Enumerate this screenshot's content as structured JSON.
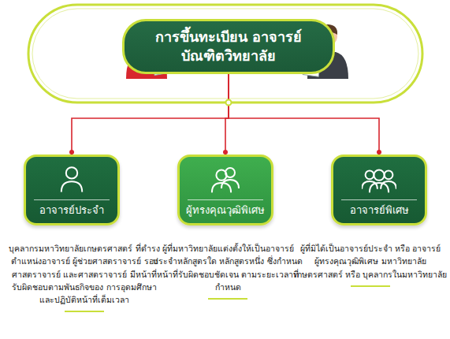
{
  "diagram": {
    "nodes": [
      {
        "text": [
          "การขึ้นทะเบียน อาจารย์บัณฑิตวิทยาลัย"
        ]
      },
      {
        "text": [
          "อาจารย์ประจำ",
          "บุคลากรมหาวิทยาลัยเกษตรศาสตร์ ที่ดำรงตำแหน่งอาจารย์ ผู้ช่วยศาสตราจารย์ รองศาสตราจารย์ และศาสตราจารย์ มีหน้าที่รับผิดชอบตามพันธกิจของ การอุดมศึกษาและปฏิบัติหน้าที่เต็มเวลา"
        ]
      },
      {
        "text": [
          "ผู้ทรงคุณวุฒิพิเศษ",
          "ผู้ที่มหาวิทยาลัยแต่งตั้งให้เป็นอาจารย์ ประจำหลักสูตรใด หลักสูตรหนึ่ง ซึ่งกำหนดหน้าที่รับผิดชอบชัดเจน ตามระยะเวลาที่กำหนด"
        ]
      },
      {
        "text": [
          "อาจารย์พิเศษ",
          "ผู้ที่มิได้เป็นอาจารย์ประจำ หรือ อาจารย์ผู้ทรงคุณวุฒิพิเศษ มหาวิทยาลัยเกษตรศาสตร์ หรือ บุคลากรในมหาวิทยาลัย"
        ]
      }
    ],
    "edges": [
      {
        "from": 0,
        "to": 1,
        "arrow": "none"
      },
      {
        "from": 0,
        "to": 2,
        "arrow": "none"
      },
      {
        "from": 0,
        "to": 3,
        "arrow": "none"
      }
    ]
  }
}
